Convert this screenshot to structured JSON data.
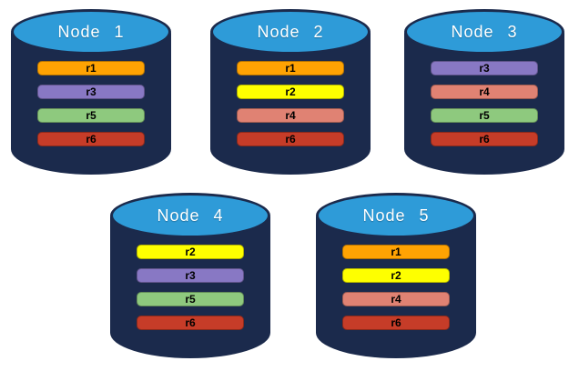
{
  "diagram": {
    "description": "Five database nodes each storing four replicas",
    "background": "#ffffff"
  },
  "colors": {
    "cylinder_body": "#1b2a4c",
    "cylinder_top": "#2e9bd8",
    "node_label_text": "#ffffff",
    "bar_label_text": "#000000",
    "replica_colors": {
      "r1": "#ffa303",
      "r2": "#feff00",
      "r3": "#8878c4",
      "r4": "#e08273",
      "r5": "#8ec97e",
      "r6": "#c63c28"
    }
  },
  "nodes": [
    {
      "label": "Node 1",
      "replicas": [
        "r1",
        "r3",
        "r5",
        "r6"
      ]
    },
    {
      "label": "Node 2",
      "replicas": [
        "r1",
        "r2",
        "r4",
        "r6"
      ]
    },
    {
      "label": "Node 3",
      "replicas": [
        "r3",
        "r4",
        "r5",
        "r6"
      ]
    },
    {
      "label": "Node 4",
      "replicas": [
        "r2",
        "r3",
        "r5",
        "r6"
      ]
    },
    {
      "label": "Node 5",
      "replicas": [
        "r1",
        "r2",
        "r4",
        "r6"
      ]
    }
  ]
}
